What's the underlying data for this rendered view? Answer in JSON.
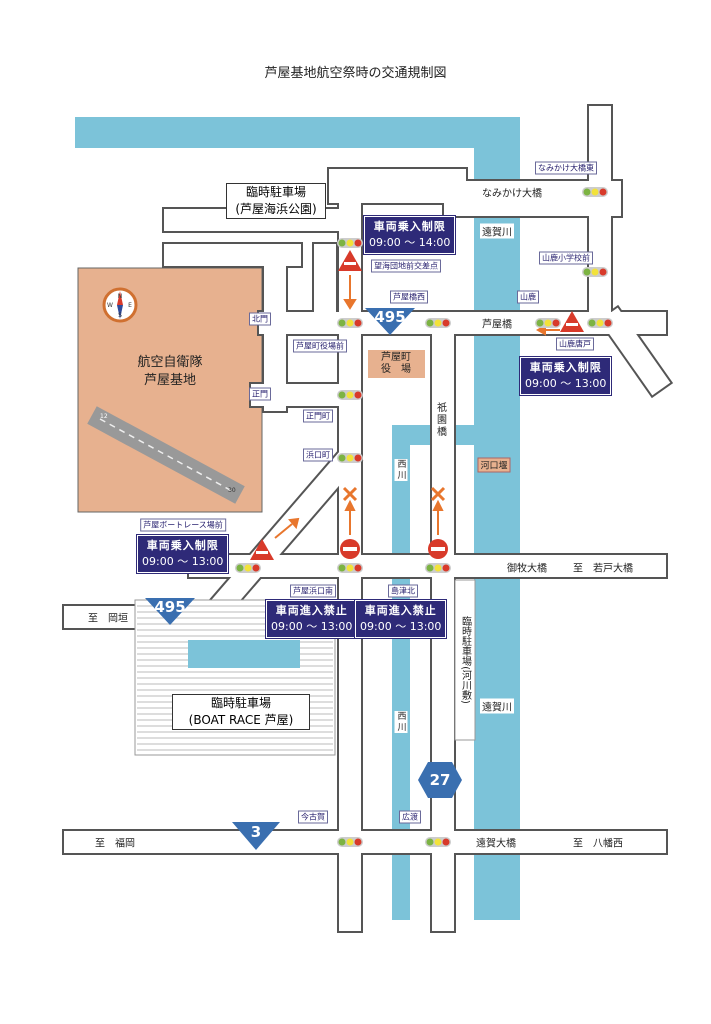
{
  "title": "芦屋基地航空祭時の交通規制図",
  "colors": {
    "river": "#7cc3d9",
    "road_edge": "#555555",
    "base": "#e7b18f",
    "notice_bg": "#2e2a78",
    "signal_green": "#7cb342",
    "signal_yellow": "#f2e23a",
    "signal_red": "#d83a2a",
    "arrow": "#e8762d"
  },
  "areas": {
    "airbase": "航空自衛隊\n芦屋基地",
    "town_hall": "芦屋町\n役　場",
    "parking_top": {
      "line1": "臨時駐車場",
      "line2": "(芦屋海浜公園)"
    },
    "parking_boat": {
      "line1": "臨時駐車場",
      "line2": "(BOAT RACE 芦屋)"
    },
    "parking_river": "臨時駐車場(河川敷)",
    "runway_marks": [
      "12",
      "30"
    ],
    "compass": [
      "N",
      "E",
      "S",
      "W"
    ]
  },
  "notices": [
    {
      "title": "車両乗入制限",
      "time": "09:00 ～ 14:00"
    },
    {
      "title": "車両乗入制限",
      "time": "09:00 ～ 13:00"
    },
    {
      "title": "車両乗入制限",
      "time": "09:00 ～ 13:00"
    },
    {
      "title": "車両進入禁止",
      "time": "09:00 ～ 13:00"
    },
    {
      "title": "車両進入禁止",
      "time": "09:00 ～ 13:00"
    }
  ],
  "intersections": [
    "なみかけ大橋東",
    "山鹿小学校前",
    "望海団地前交差点",
    "芦屋橋西",
    "山鹿",
    "山鹿唐戸",
    "北門",
    "芦屋町役場前",
    "正門",
    "正門町",
    "浜口町",
    "芦屋ボートレース場前",
    "芦屋浜口南",
    "島津北",
    "今古賀",
    "広渡"
  ],
  "place_labels": [
    "なみかけ大橋",
    "遠賀川",
    "芦屋橋",
    "西川",
    "御牧大橋",
    "至　若戸大橋",
    "至　岡垣",
    "遠賀川",
    "西川",
    "至　福岡",
    "遠賀大橋",
    "至　八幡西"
  ],
  "vertical_labels": [
    "祇園橋"
  ],
  "facility": "河口堰",
  "routes": [
    "495",
    "495",
    "3",
    "27"
  ]
}
